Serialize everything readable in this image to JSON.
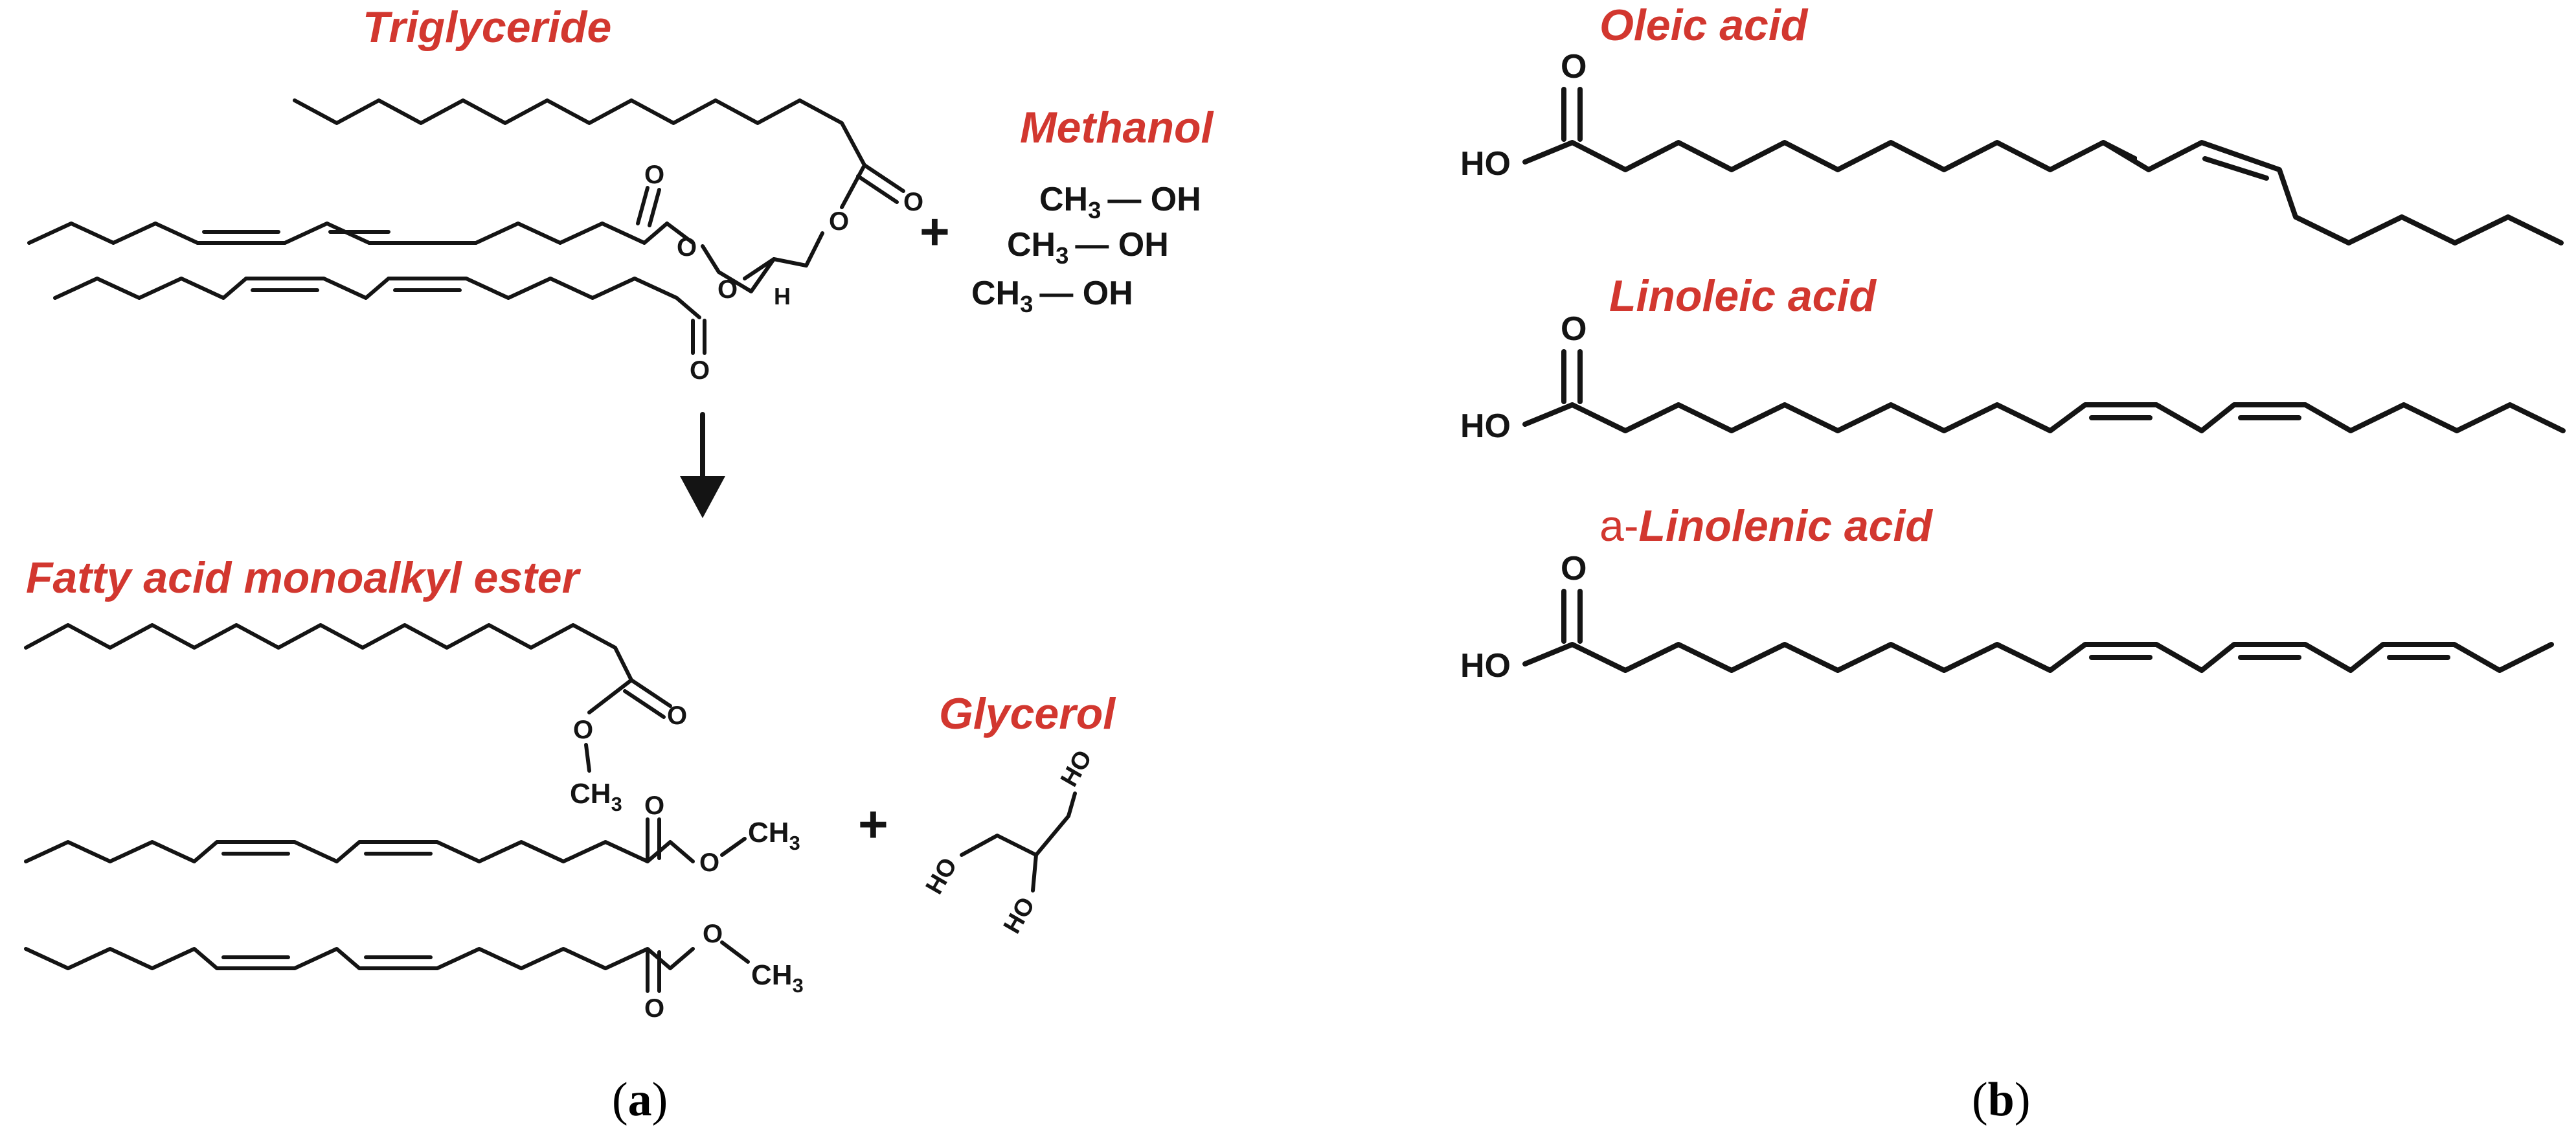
{
  "panel_a": {
    "reactant_title": "Triglyceride",
    "alcohol_title": "Methanol",
    "product_title": "Fatty acid monoalkyl ester",
    "byproduct_title": "Glycerol",
    "plus": "+",
    "methanol_ch": "CH",
    "methanol_sub": "3",
    "methanol_oh": "— OH",
    "atom_O": "O",
    "atom_H": "H",
    "atom_HO": "HO",
    "ester_ch": "CH",
    "ester_sub": "3",
    "caption_open": "(",
    "caption_letter": "a",
    "caption_close": ")"
  },
  "panel_b": {
    "oleic_title": "Oleic acid",
    "linoleic_title": "Linoleic acid",
    "linolenic_prefix": "a-",
    "linolenic_title": "Linolenic acid",
    "atom_HO": "HO",
    "atom_O": "O",
    "caption_open": "(",
    "caption_letter": "b",
    "caption_close": ")"
  },
  "colors": {
    "title_red": "#d2372f",
    "bond": "#141414",
    "background": "#ffffff"
  }
}
